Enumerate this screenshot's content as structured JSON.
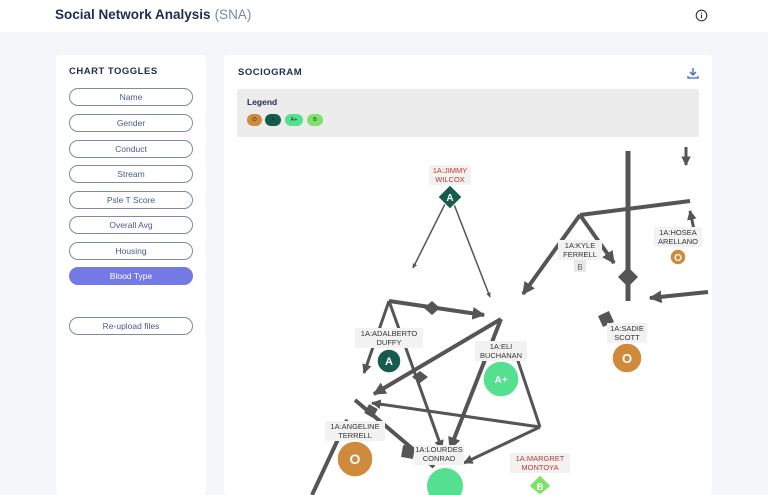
{
  "app": {
    "title": "Social Network Analysis",
    "subtitle": "(SNA)"
  },
  "sidebar": {
    "heading": "CHART TOGGLES",
    "toggles": [
      {
        "label": "Name",
        "active": false
      },
      {
        "label": "Gender",
        "active": false
      },
      {
        "label": "Conduct",
        "active": false
      },
      {
        "label": "Stream",
        "active": false
      },
      {
        "label": "Psle T Score",
        "active": false
      },
      {
        "label": "Overall Avg",
        "active": false
      },
      {
        "label": "Housing",
        "active": false
      },
      {
        "label": "Blood Type",
        "active": true
      }
    ],
    "reupload_label": "Re-upload files"
  },
  "main": {
    "heading": "SOCIOGRAM",
    "legend": {
      "title": "Legend",
      "items": [
        {
          "label": "O",
          "color": "#cf8a3c"
        },
        {
          "label": "A",
          "color": "#165b4c"
        },
        {
          "label": "A+",
          "color": "#54e08e"
        },
        {
          "label": "B",
          "color": "#7fe06a"
        }
      ]
    }
  },
  "colors": {
    "accent": "#7479e6",
    "blood_O": "#cf8a3c",
    "blood_A": "#165b4c",
    "blood_Aplus": "#54e08e",
    "blood_B": "#7fe06a",
    "edge": "#555555",
    "label_red": "#c0392b"
  },
  "nodes": [
    {
      "line1": "1A:JIMMY",
      "line2": "WILCOX",
      "blood": "A",
      "shape": "diamond",
      "label_color": "red"
    },
    {
      "line1": "1A:KYLE",
      "line2": "FERRELL",
      "blood": "B",
      "shape": "square",
      "label_color": "dark"
    },
    {
      "line1": "1A:HOSEA",
      "line2": "ARELLANO",
      "blood": "O",
      "shape": "circle",
      "label_color": "dark"
    },
    {
      "line1": "1A:ADALBERTO",
      "line2": "DUFFY",
      "blood": "A",
      "shape": "circle",
      "label_color": "dark"
    },
    {
      "line1": "1A:ELI",
      "line2": "BUCHANAN",
      "blood": "A+",
      "shape": "circle",
      "label_color": "dark"
    },
    {
      "line1": "1A:SADIE",
      "line2": "SCOTT",
      "blood": "O",
      "shape": "circle",
      "label_color": "dark"
    },
    {
      "line1": "1A:ANGELINE",
      "line2": "TERRELL",
      "blood": "O",
      "shape": "circle",
      "label_color": "dark"
    },
    {
      "line1": "1A:MARGRET",
      "line2": "MONTOYA",
      "blood": "B",
      "shape": "diamond",
      "label_color": "red"
    },
    {
      "line1": "1A:LOURDES",
      "line2": "CONRAD",
      "blood": "A+",
      "shape": "circle",
      "label_color": "dark"
    }
  ]
}
